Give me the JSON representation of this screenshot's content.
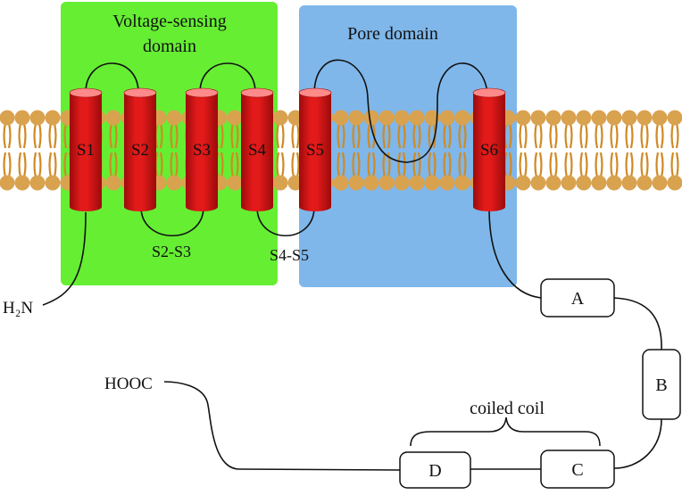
{
  "domains": {
    "voltage_sensing": {
      "line1": "Voltage-sensing",
      "line2": "domain",
      "color": "#66ee33"
    },
    "pore": {
      "label": "Pore domain",
      "color": "#7fb7ea"
    }
  },
  "helices": [
    "S1",
    "S2",
    "S3",
    "S4",
    "S5",
    "S6"
  ],
  "linkers": {
    "s2_s3": "S2-S3",
    "s4_s5": "S4-S5"
  },
  "termini": {
    "n_terminus": "H₂N",
    "c_terminus": "HOOC"
  },
  "boxes": [
    "A",
    "B",
    "C",
    "D"
  ],
  "coiled_coil_label": "coiled coil",
  "colors": {
    "membrane_head": "#d9a24f",
    "membrane_tail": "#d08a25",
    "helix": "#e31a1a",
    "helix_dark": "#9b0b0b",
    "helix_top": "#ff8a8a",
    "line": "#111111"
  }
}
